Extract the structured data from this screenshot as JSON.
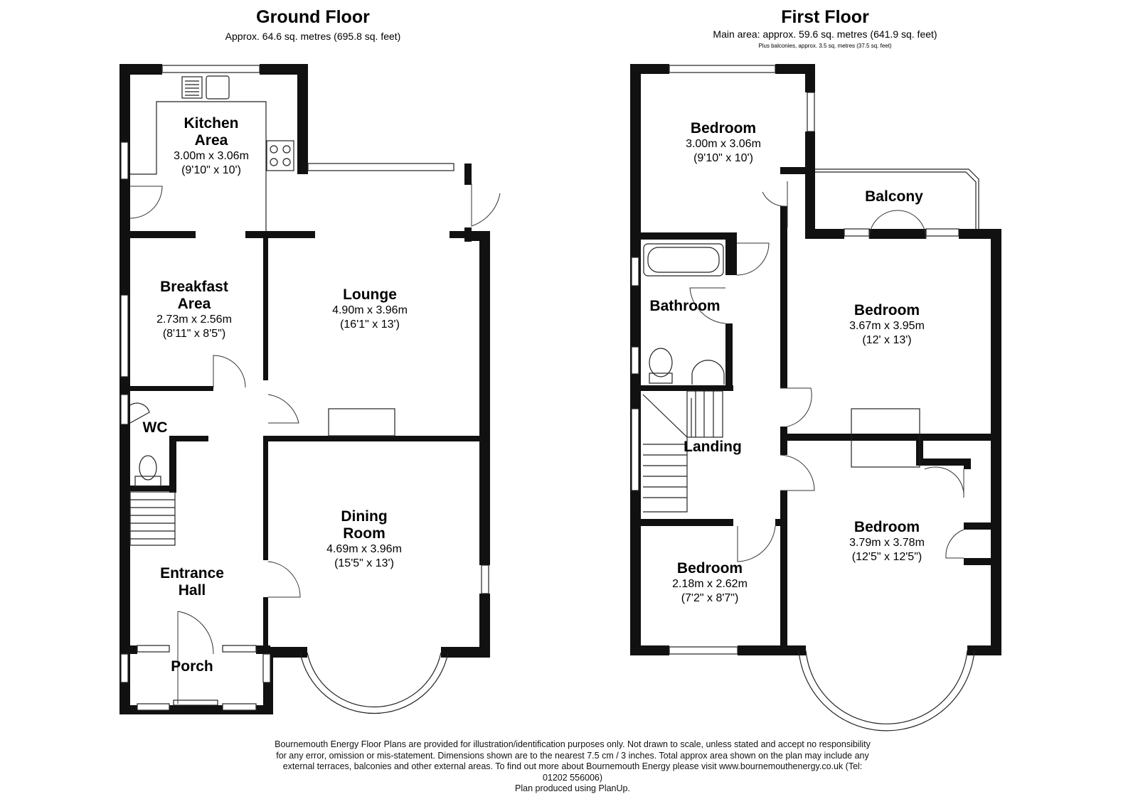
{
  "ground_floor": {
    "title": "Ground Floor",
    "area": "Approx. 64.6 sq. metres (695.8 sq. feet)",
    "rooms": {
      "kitchen": {
        "line1": "Kitchen",
        "line2": "Area",
        "metric": "3.00m x 3.06m",
        "imperial": "(9'10\" x 10')"
      },
      "breakfast": {
        "line1": "Breakfast",
        "line2": "Area",
        "metric": "2.73m x 2.56m",
        "imperial": "(8'11\" x 8'5\")"
      },
      "lounge": {
        "name": "Lounge",
        "metric": "4.90m x 3.96m",
        "imperial": "(16'1\" x 13')"
      },
      "wc": {
        "name": "WC"
      },
      "dining": {
        "line1": "Dining",
        "line2": "Room",
        "metric": "4.69m x 3.96m",
        "imperial": "(15'5\" x 13')"
      },
      "entrance": {
        "line1": "Entrance",
        "line2": "Hall"
      },
      "porch": {
        "name": "Porch"
      }
    }
  },
  "first_floor": {
    "title": "First Floor",
    "area": "Main area: approx. 59.6 sq. metres (641.9 sq. feet)",
    "area_note": "Plus balconies, approx. 3.5 sq. metres (37.5 sq. feet)",
    "rooms": {
      "bed1": {
        "name": "Bedroom",
        "metric": "3.00m x 3.06m",
        "imperial": "(9'10\" x 10')"
      },
      "balcony": {
        "name": "Balcony"
      },
      "bathroom": {
        "name": "Bathroom"
      },
      "bed2": {
        "name": "Bedroom",
        "metric": "3.67m x 3.95m",
        "imperial": "(12' x 13')"
      },
      "landing": {
        "name": "Landing"
      },
      "bed3": {
        "name": "Bedroom",
        "metric": "3.79m x 3.78m",
        "imperial": "(12'5\" x 12'5\")"
      },
      "bed4": {
        "name": "Bedroom",
        "metric": "2.18m x 2.62m",
        "imperial": "(7'2\" x 8'7\")"
      }
    }
  },
  "disclaimer": {
    "line1": "Bournemouth Energy Floor Plans are provided for illustration/identification purposes only. Not drawn to scale, unless stated and accept no responsibility",
    "line2": "for any error, omission or mis-statement. Dimensions shown are to the nearest 7.5 cm / 3 inches. Total approx area shown on the plan may include any",
    "line3": "external terraces, balconies and other external areas. To find out more about Bournemouth Energy please visit www.bournemouthenergy.co.uk (Tel:",
    "line4": "01202 556006)",
    "line5": "Plan produced using PlanUp."
  }
}
